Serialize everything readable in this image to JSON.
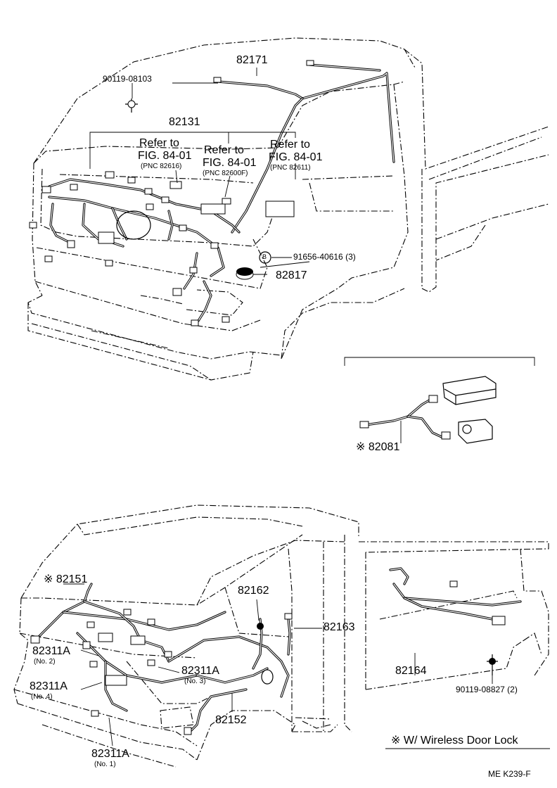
{
  "top": {
    "part_82171": "82171",
    "part_90119_08103": "90119-08103",
    "part_82131": "82131",
    "refer1_line1": "Refer to",
    "refer1_line2": "FIG. 84-01",
    "refer1_pnc": "(PNC 82616)",
    "refer2_line1": "Refer to",
    "refer2_line2": "FIG. 84-01",
    "refer2_pnc": "(PNC 82600F)",
    "refer3_line1": "Refer to",
    "refer3_line2": "FIG. 84-01",
    "refer3_pnc": "(PNC 82611)",
    "callout_b": "B",
    "part_91656": "91656-40616 (3)",
    "part_82817": "82817"
  },
  "inset": {
    "part_82081": "※ 82081"
  },
  "bottom": {
    "part_82151": "※ 82151",
    "part_82162": "82162",
    "part_82163": "82163",
    "part_82164": "82164",
    "part_90119_08827": "90119-08827 (2)",
    "part_82152": "82152",
    "a_no2": "82311A",
    "a_no2_sub": "(No. 2)",
    "a_no4": "82311A",
    "a_no4_sub": "(No. 4)",
    "a_no3": "82311A",
    "a_no3_sub": "(No. 3)",
    "a_no1": "82311A",
    "a_no1_sub": "(No. 1)"
  },
  "legend": {
    "note": "※ W/ Wireless Door Lock"
  },
  "footer": {
    "code": "ME  K239-F"
  }
}
